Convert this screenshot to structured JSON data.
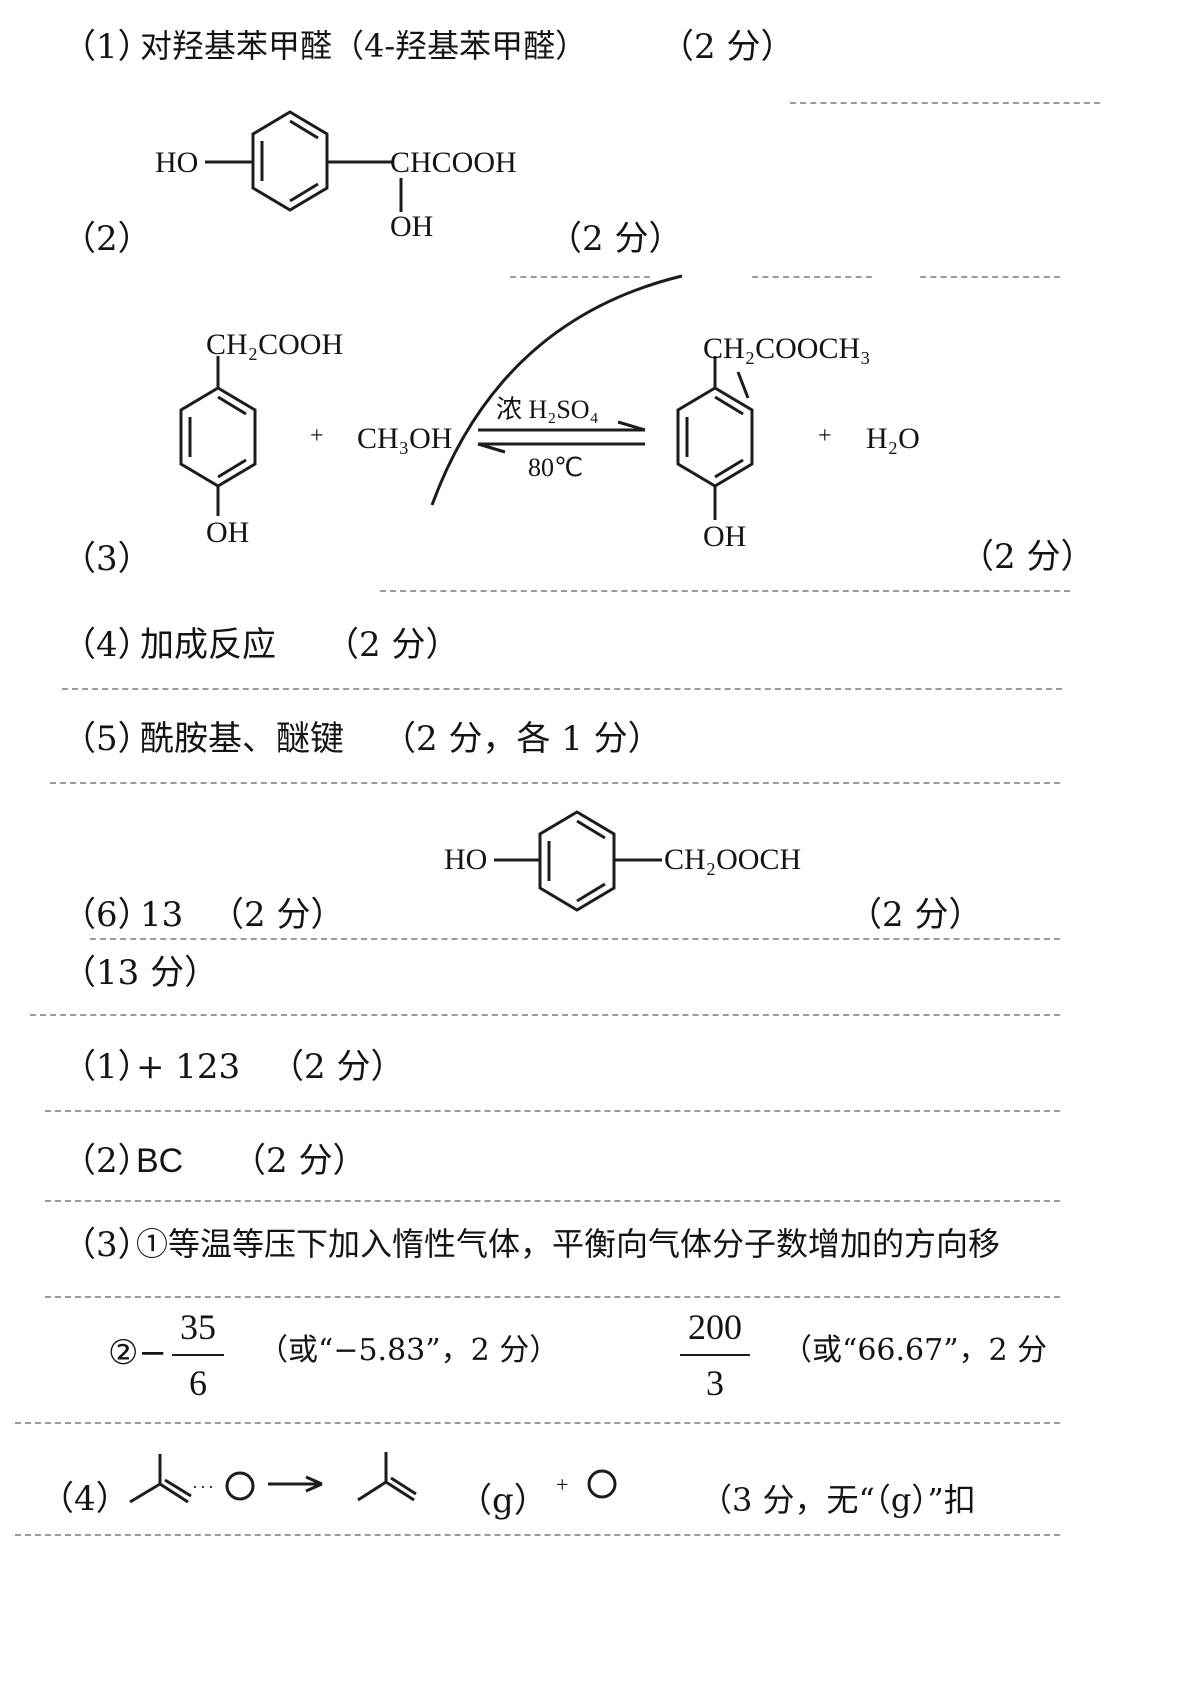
{
  "items": {
    "q1": {
      "number": "（1）",
      "text": "对羟基苯甲醛（4-羟基苯甲醛）",
      "score": "（2 分）"
    },
    "q2": {
      "number": "（2）",
      "substituent_left": "HO",
      "substituent_right": "CHCOOH",
      "substituent_down": "OH",
      "score": "（2 分）"
    },
    "q3": {
      "number": "（3）",
      "reactant_top": "CH₂COOH",
      "reactant_bottom": "OH",
      "plus1": "+",
      "methanol": "CH₃OH",
      "condition_top": "浓 H₂SO₄",
      "condition_bottom": "80℃",
      "product_top": "CH₂COOCH₃",
      "product_bottom": "OH",
      "plus2": "+",
      "water": "H₂O",
      "score": "（2 分）"
    },
    "q4": {
      "number": "（4）",
      "text": "加成反应",
      "score": "（2 分）"
    },
    "q5": {
      "number": "（5）",
      "text": "酰胺基、醚键",
      "score": "（2 分，各 1 分）"
    },
    "q6": {
      "number": "（6）",
      "text": "13",
      "score": "（2 分）",
      "struct_left": "HO",
      "struct_right": "CH₂OOCH",
      "struct_score": "（2 分）"
    }
  },
  "section2": {
    "total": "（13 分）",
    "p1": {
      "number": "（1）",
      "text": "+ 123",
      "score": "（2 分）"
    },
    "p2": {
      "number": "（2）",
      "text": "BC",
      "score": "（2 分）"
    },
    "p3": {
      "number": "（3）",
      "text": "①等温等压下加入惰性气体，平衡向气体分子数增加的方向移",
      "sub2_prefix": "②−",
      "frac1_num": "35",
      "frac1_den": "6",
      "frac1_note": "（或“−5.83”，2 分）",
      "frac2_num": "200",
      "frac2_den": "3",
      "frac2_note": "（或“66.67”，2 分"
    },
    "p4": {
      "number": "（4）",
      "state": "（g）",
      "plus": "+",
      "note": "（3 分，无“（g）”扣"
    }
  }
}
